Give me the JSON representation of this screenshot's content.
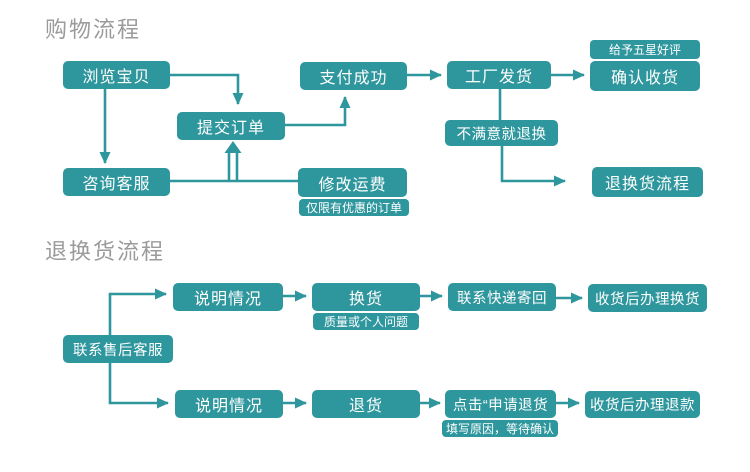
{
  "colors": {
    "accent": "#2E969D",
    "title_text": "#9B9B9B",
    "box_text": "#FFFFFF",
    "background": "#FFFFFF"
  },
  "shopping_flow": {
    "title": "购物流程",
    "nodes": {
      "browse": "浏览宝贝",
      "submit_order": "提交订单",
      "pay_success": "支付成功",
      "factory_ship": "工厂发货",
      "five_star_note": "给予五星好评",
      "confirm_receipt": "确认收货",
      "consult_service": "咨询客服",
      "modify_shipping": "修改运费",
      "shipping_note": "仅限有优惠的订单",
      "unsatisfied": "不满意就退换",
      "return_flow_link": "退换货流程"
    }
  },
  "return_flow": {
    "title": "退换货流程",
    "nodes": {
      "contact_after_sales": "联系售后客服",
      "explain_exchange": "说明情况",
      "exchange": "换货",
      "exchange_note": "质量或个人问题",
      "courier_return": "联系快递寄回",
      "exchange_after_receipt": "收货后办理换货",
      "explain_return": "说明情况",
      "return_goods": "退货",
      "click_apply_return": "点击“申请退货",
      "apply_note": "填写原因，等待确认",
      "refund_after_receipt": "收货后办理退款"
    }
  }
}
